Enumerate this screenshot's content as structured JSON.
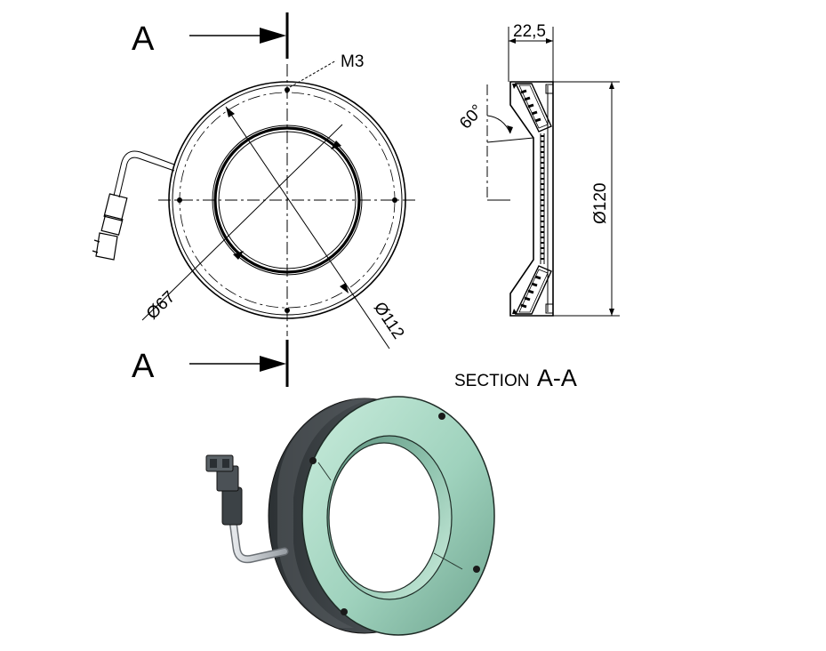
{
  "labels": {
    "section_letter_top": "A",
    "section_letter_bottom": "A",
    "thread": "M3",
    "inner_diameter": "Ø67",
    "outer_diameter": "Ø112",
    "total_diameter": "Ø120",
    "thickness": "22,5",
    "angle": "60°",
    "section_word": "SECTION",
    "section_letters": "A-A"
  },
  "colors": {
    "lines": "#000000",
    "ring_face": "#a9d8c4",
    "ring_face_shadow": "#6fa592",
    "body_dark": "#3a3f42",
    "cable": "#c7cbd0",
    "background": "#ffffff"
  }
}
